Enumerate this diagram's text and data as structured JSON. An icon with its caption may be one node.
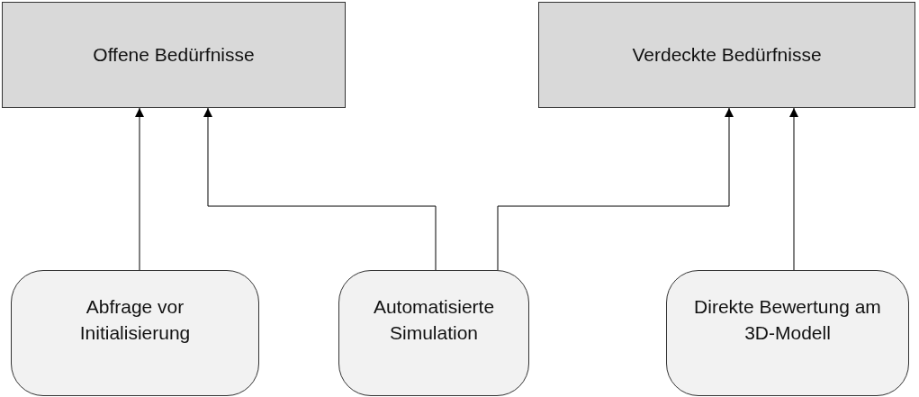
{
  "diagram": {
    "nodes": [
      {
        "text": [
          "Offene Bedürfnisse"
        ]
      },
      {
        "text": [
          "Verdeckte Bedürfnisse"
        ]
      },
      {
        "text": [
          "Abfrage vor Initialisierung"
        ]
      },
      {
        "text": [
          "Automatisierte Simulation"
        ]
      },
      {
        "text": [
          "Direkte Bewertung am 3D-Modell"
        ]
      }
    ],
    "edges": [
      {
        "from": 2,
        "to": 0,
        "arrow": "to"
      },
      {
        "from": 3,
        "to": 0,
        "arrow": "to"
      },
      {
        "from": 3,
        "to": 1,
        "arrow": "to"
      },
      {
        "from": 4,
        "to": 1,
        "arrow": "to"
      }
    ]
  }
}
